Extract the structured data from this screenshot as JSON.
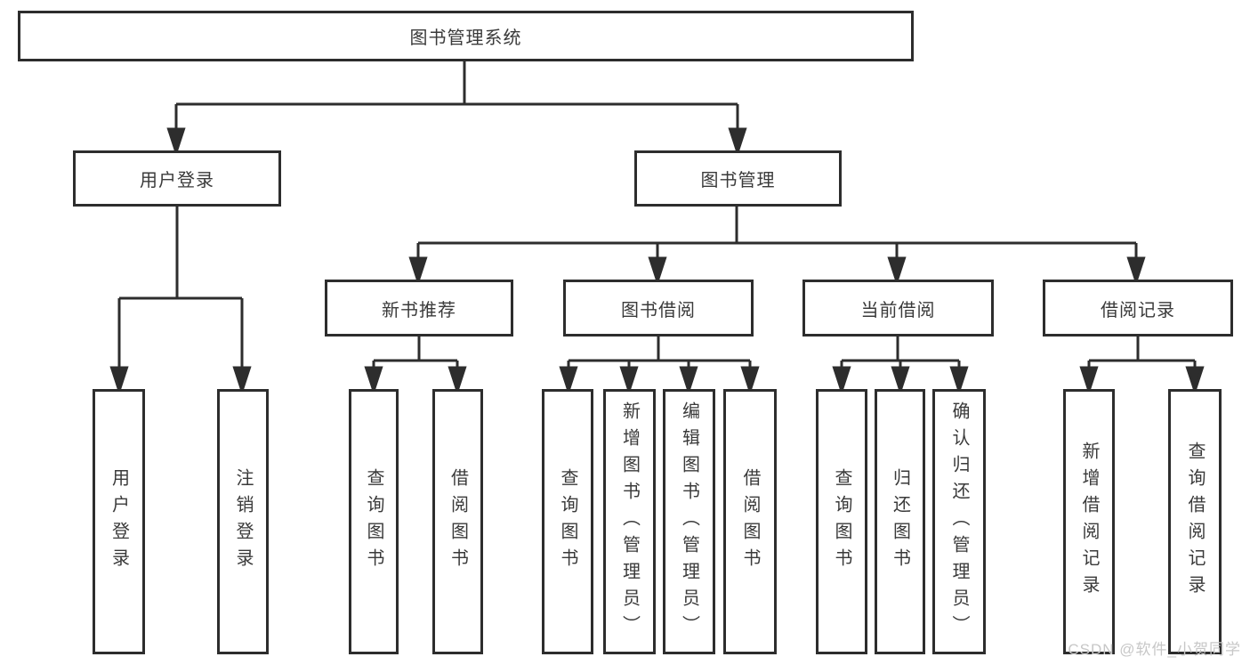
{
  "diagram": {
    "title": "图书管理系统",
    "nodes": {
      "root": {
        "label": "图书管理系统"
      },
      "level2": [
        {
          "label": "用户登录"
        },
        {
          "label": "图书管理"
        }
      ],
      "level3": [
        {
          "label": "新书推荐"
        },
        {
          "label": "图书借阅"
        },
        {
          "label": "当前借阅"
        },
        {
          "label": "借阅记录"
        }
      ],
      "level4": [
        [
          "用户登录",
          "注销登录"
        ],
        [
          "查询图书",
          "借阅图书"
        ],
        [
          "查询图书",
          "新增图书（管理员）",
          "编辑图书（管理员）",
          "借阅图书"
        ],
        [
          "查询图书",
          "归还图书",
          "确认归还（管理员）"
        ],
        [
          "新增借阅记录",
          "查询借阅记录"
        ]
      ]
    }
  },
  "watermark": {
    "text": "CSDN @软件_小贺同学"
  },
  "colors": {
    "line": "#2d2d2d",
    "text": "#3a3a3a",
    "box_background": "#ffffff",
    "watermark": "#c7c7c7",
    "page_background": "#ffffff"
  }
}
